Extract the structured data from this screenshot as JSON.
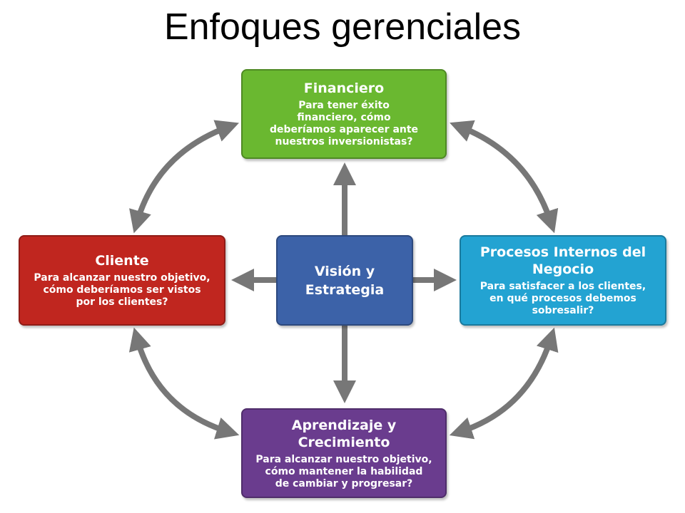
{
  "title": "Enfoques gerenciales",
  "boxes": {
    "financiero": {
      "heading": "Financiero",
      "desc": "Para tener éxito\nfinanciero, cómo\ndeberíamos aparecer ante\nnuestros inversionistas?",
      "color": "#6ab830"
    },
    "cliente": {
      "heading": "Cliente",
      "desc": "Para alcanzar nuestro objetivo,\ncómo deberíamos ser vistos\npor los clientes?",
      "color": "#c0261f"
    },
    "vision": {
      "heading": "Visión y\nEstrategia",
      "color": "#3c62a8"
    },
    "procesos": {
      "heading": "Procesos Internos del Negocio",
      "desc": "Para satisfacer a los clientes,\nen qué procesos debemos\nsobresalir?",
      "color": "#23a3d2"
    },
    "aprendizaje": {
      "heading": "Aprendizaje y Crecimiento",
      "desc": "Para alcanzar nuestro objetivo,\ncómo mantener la habilidad\nde cambiar y progresar?",
      "color": "#6a3c8e"
    }
  },
  "arrow_color": "#777777"
}
